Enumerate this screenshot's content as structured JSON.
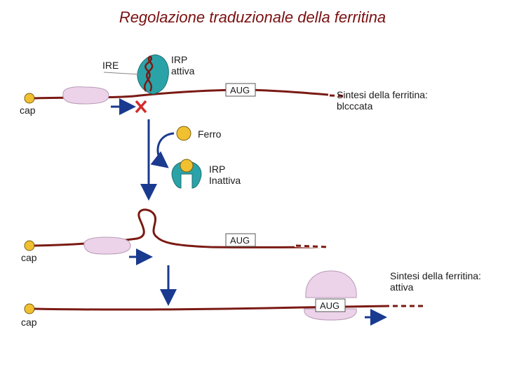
{
  "title": "Regolazione traduzionale della ferritina",
  "labels": {
    "ire": "IRE",
    "irp_active_1": "IRP",
    "irp_active_2": "attiva",
    "aug": "AUG",
    "cap": "cap",
    "blocked_1": "Sintesi della ferritina:",
    "blocked_2": "blcccata",
    "iron": "Ferro",
    "irp_inactive_1": "IRP",
    "irp_inactive_2": "Inattiva",
    "active_1": "Sintesi della ferritina:",
    "active_2": "attiva"
  },
  "colors": {
    "mrna": "#7a1a14",
    "arrow": "#1a3a8f",
    "ribosome": "#ecd3ea",
    "ribosome_edge": "#b79ab5",
    "irp": "#2aa3a8",
    "iron": "#f0c030",
    "block": "#d42a2a",
    "title": "#7a1010"
  }
}
